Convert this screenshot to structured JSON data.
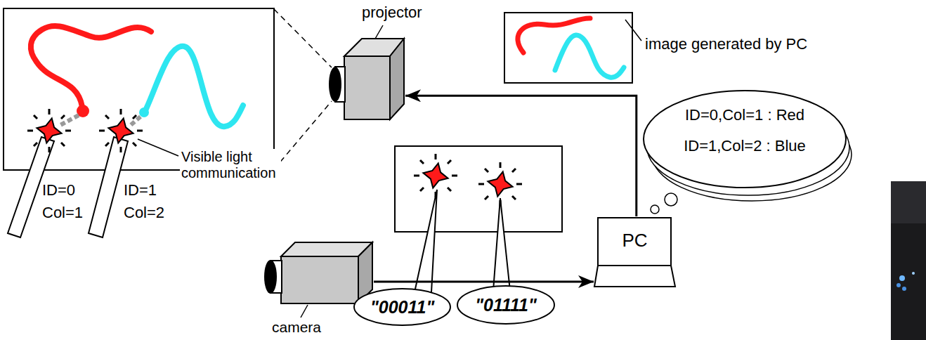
{
  "diagram": {
    "nodes": [
      {
        "text": [
          "projector"
        ]
      },
      {
        "text": [
          "ID=0,Col=1 : Red",
          "ID=1,Col=2 : Blue"
        ]
      },
      {
        "text": [
          "PC"
        ]
      },
      {
        "text": [
          "camera"
        ]
      },
      {
        "text": [
          "\"00011\""
        ]
      },
      {
        "text": [
          "\"01111\""
        ]
      }
    ],
    "edges": [
      {
        "from": 3,
        "to": 2,
        "arrow": "to"
      },
      {
        "from": 2,
        "to": 0,
        "arrow": "to"
      }
    ],
    "labels": [
      "image generated by PC",
      "Visible light communication",
      "ID=0",
      "Col=1",
      "ID=1",
      "Col=2"
    ]
  }
}
